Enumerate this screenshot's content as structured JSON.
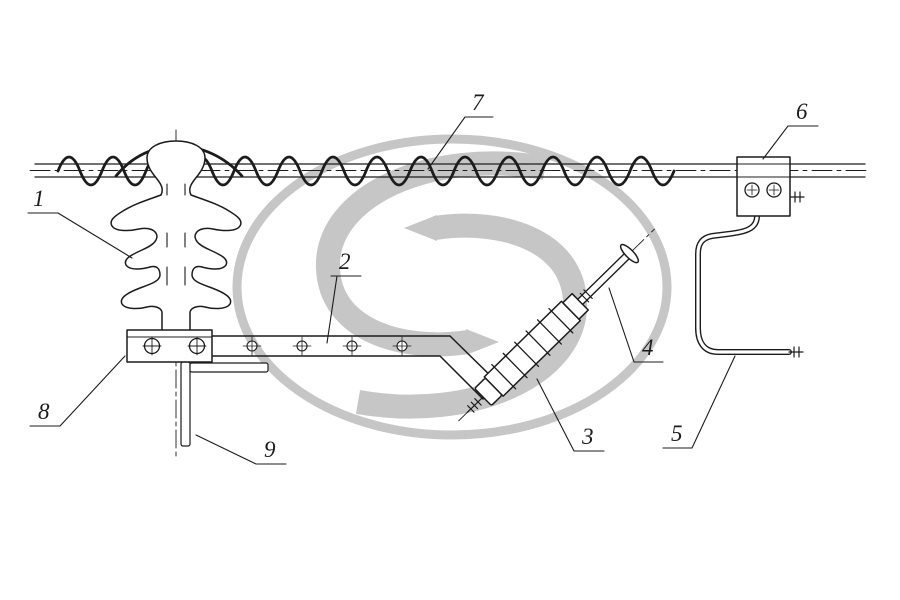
{
  "colors": {
    "line": "#1c1c1c",
    "watermark": "#c6c6c6",
    "background": "#ffffff"
  },
  "drawing": {
    "callouts": [
      {
        "num": "1"
      },
      {
        "num": "2"
      },
      {
        "num": "3"
      },
      {
        "num": "4"
      },
      {
        "num": "5"
      },
      {
        "num": "6"
      },
      {
        "num": "7"
      },
      {
        "num": "8"
      },
      {
        "num": "9"
      }
    ]
  }
}
